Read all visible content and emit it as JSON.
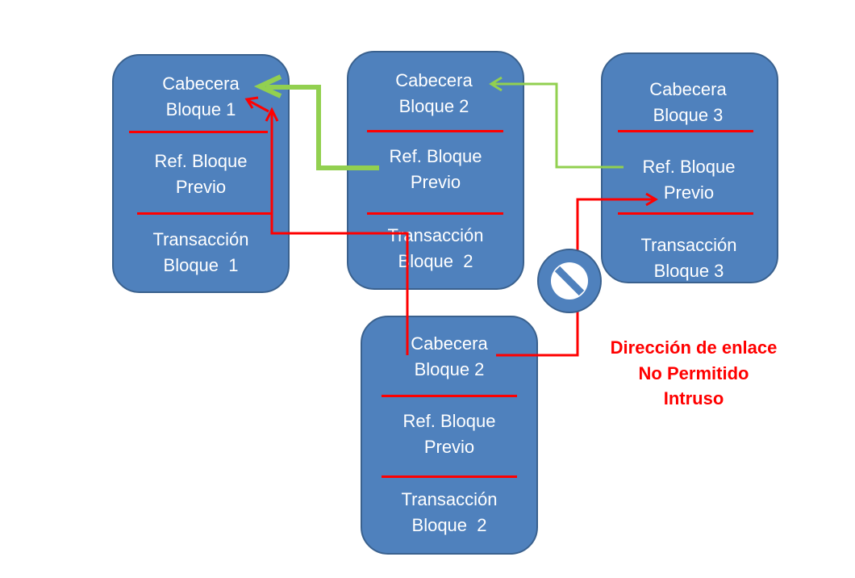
{
  "blocks": {
    "b1": {
      "header": "Cabecera\nBloque 1",
      "prev": "Ref. Bloque\nPrevio",
      "tx": "Transacción\nBloque  1"
    },
    "b2": {
      "header": "Cabecera\nBloque 2",
      "prev": "Ref. Bloque\nPrevio",
      "tx": "Transacción\nBloque  2"
    },
    "b3": {
      "header": "Cabecera\nBloque 3",
      "prev": "Ref. Bloque\nPrevio",
      "tx": "Transacción\nBloque 3"
    },
    "intruder": {
      "header": "Cabecera\nBloque 2",
      "prev": "Ref. Bloque\nPrevio",
      "tx": "Transacción\nBloque  2"
    }
  },
  "notes": {
    "line1": "Dirección de enlace",
    "line2": "No Permitido",
    "line3": "Intruso"
  },
  "colors": {
    "block_fill": "#4f81bd",
    "block_border": "#3a618e",
    "separator": "#ff0000",
    "valid_link": "#92d050",
    "invalid_link": "#ff0000",
    "note_text": "#ff0000"
  },
  "icons": {
    "forbidden": "no-entry-icon"
  }
}
